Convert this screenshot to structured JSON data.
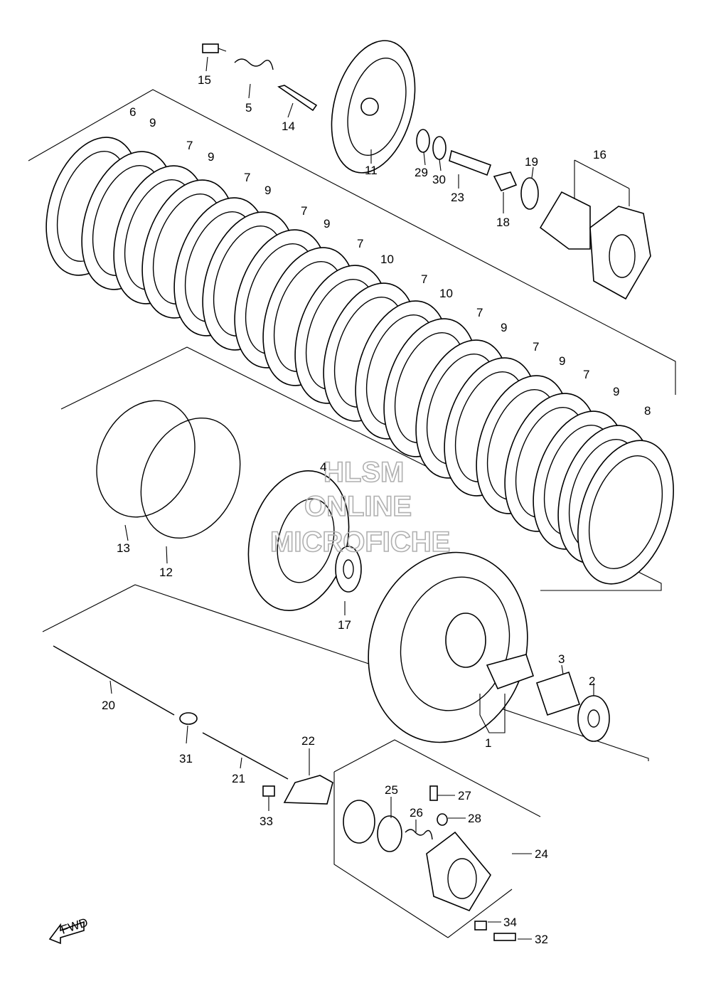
{
  "labels": {
    "l1": "1",
    "l2": "2",
    "l3": "3",
    "l4": "4",
    "l5": "5",
    "l6": "6",
    "l7": "7",
    "l8": "8",
    "l9": "9",
    "l10": "10",
    "l11": "11",
    "l12": "12",
    "l13": "13",
    "l14": "14",
    "l15": "15",
    "l16": "16",
    "l17": "17",
    "l18": "18",
    "l19": "19",
    "l20": "20",
    "l21": "21",
    "l22": "22",
    "l23": "23",
    "l24": "24",
    "l25": "25",
    "l26": "26",
    "l27": "27",
    "l28": "28",
    "l29": "29",
    "l30": "30",
    "l31": "31",
    "l32": "32",
    "l33": "33",
    "l34": "34"
  },
  "watermark": {
    "line1": "HLSM",
    "line2": "ONLINE",
    "line3": "MICROFICHE"
  },
  "fwd_arrow": {
    "text": "FWD"
  }
}
